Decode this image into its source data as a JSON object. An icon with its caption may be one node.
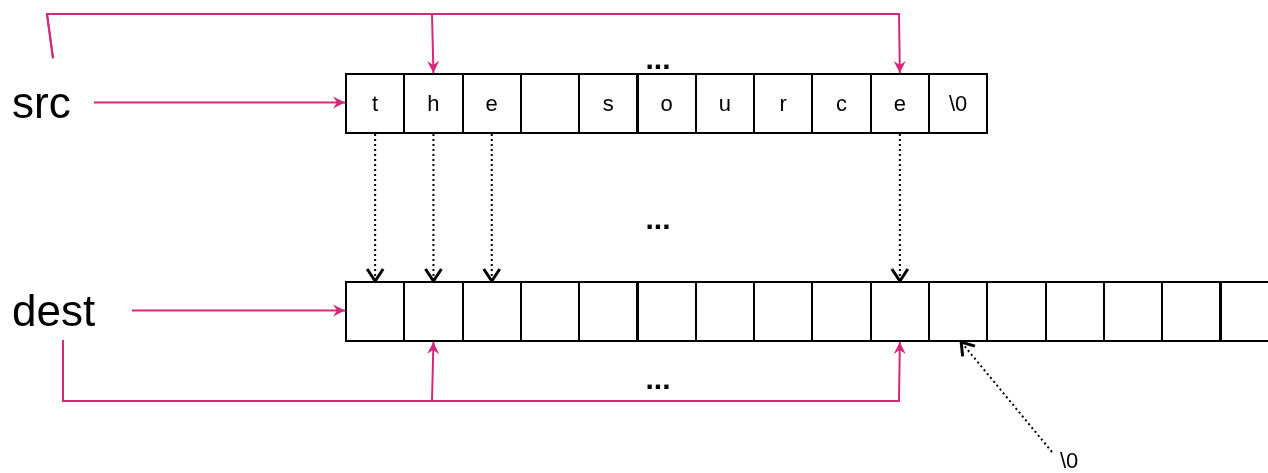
{
  "diagram": {
    "nodes": [
      {
        "text": [
          "src"
        ]
      },
      {
        "text": [
          "t"
        ]
      },
      {
        "text": [
          "h"
        ]
      },
      {
        "text": [
          "e"
        ]
      },
      {
        "text": [],
        "shape": "box"
      },
      {
        "text": [
          "s"
        ]
      },
      {
        "text": [
          "o"
        ]
      },
      {
        "text": [
          "u"
        ]
      },
      {
        "text": [
          "r"
        ]
      },
      {
        "text": [
          "c"
        ]
      },
      {
        "text": [
          "e"
        ]
      },
      {
        "text": [
          "\\0"
        ]
      },
      {
        "text": [
          "dest"
        ]
      },
      {
        "text": [],
        "shape": "box"
      },
      {
        "text": [],
        "shape": "box"
      },
      {
        "text": [],
        "shape": "box"
      },
      {
        "text": [],
        "shape": "box"
      },
      {
        "text": [],
        "shape": "box"
      },
      {
        "text": [],
        "shape": "box"
      },
      {
        "text": [],
        "shape": "box"
      },
      {
        "text": [],
        "shape": "box"
      },
      {
        "text": [],
        "shape": "box"
      },
      {
        "text": [],
        "shape": "box"
      },
      {
        "text": [],
        "shape": "box"
      },
      {
        "text": [],
        "shape": "box"
      },
      {
        "text": [],
        "shape": "box"
      },
      {
        "text": [],
        "shape": "box"
      },
      {
        "text": [],
        "shape": "box"
      },
      {
        "text": [],
        "shape": "box"
      },
      {
        "text": [
          "\\0"
        ]
      }
    ],
    "edges": [
      {
        "from": 0,
        "to": 1,
        "arrow": "to"
      },
      {
        "from": 0,
        "to": 2,
        "arrow": "to"
      },
      {
        "from": 0,
        "to": 10,
        "arrow": "to"
      },
      {
        "from": 1,
        "to": 13,
        "arrow": "to",
        "style": "dashed",
        "color": "#000000"
      },
      {
        "from": 2,
        "to": 14,
        "arrow": "to",
        "style": "dashed",
        "color": "#000000"
      },
      {
        "from": 3,
        "to": 15,
        "arrow": "to",
        "style": "dashed",
        "color": "#000000"
      },
      {
        "from": 10,
        "to": 22,
        "arrow": "to",
        "style": "dashed",
        "color": "#000000"
      },
      {
        "from": 12,
        "to": 13,
        "arrow": "to"
      },
      {
        "from": 12,
        "to": 14,
        "arrow": "to"
      },
      {
        "from": 12,
        "to": 22,
        "arrow": "to"
      },
      {
        "from": 29,
        "to": 23,
        "arrow": "to",
        "style": "dashed",
        "color": "#000000"
      }
    ],
    "labels": [
      "...",
      "...",
      "..."
    ]
  }
}
